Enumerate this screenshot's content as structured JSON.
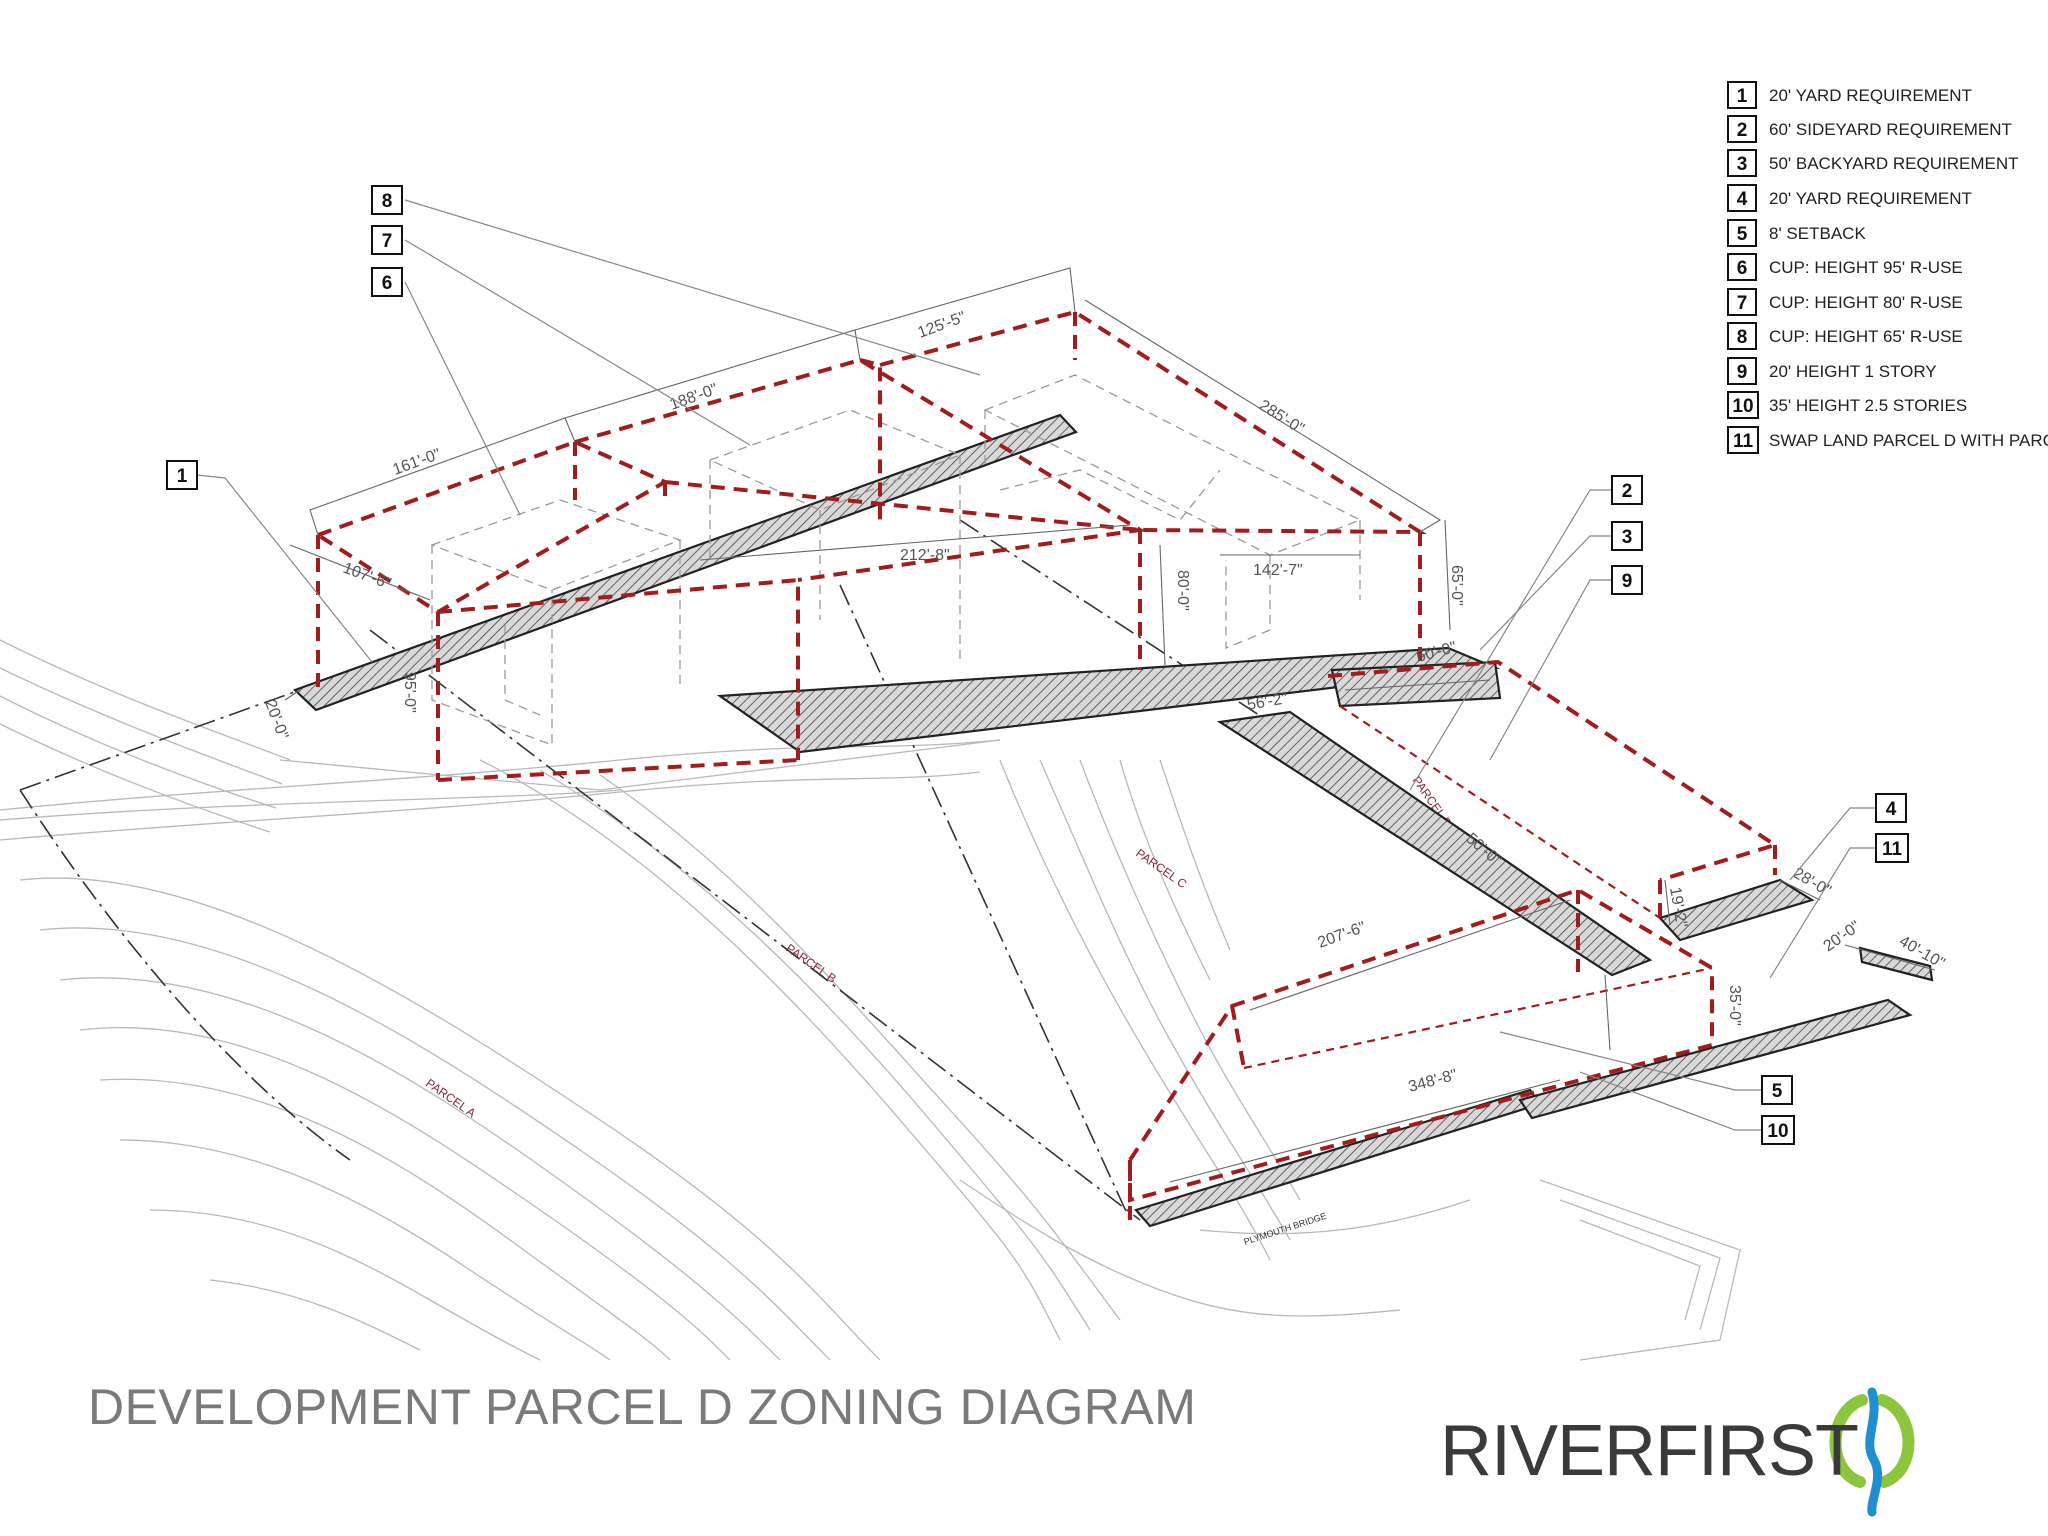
{
  "title": "DEVELOPMENT PARCEL D  ZONING DIAGRAM",
  "logo": {
    "text": "RIVERFIRST",
    "mark": "river-first-mark",
    "colors": {
      "green": "#8cc63f",
      "blue": "#1f8fcf"
    }
  },
  "colors": {
    "envelope": "#a11c1c",
    "hatch_line": "#222222",
    "parcel_label": "#8a2a3a"
  },
  "legend": [
    {
      "num": "1",
      "text": "20' YARD REQUIREMENT"
    },
    {
      "num": "2",
      "text": "60' SIDEYARD REQUIREMENT"
    },
    {
      "num": "3",
      "text": "50' BACKYARD REQUIREMENT"
    },
    {
      "num": "4",
      "text": "20' YARD REQUIREMENT"
    },
    {
      "num": "5",
      "text": "8' SETBACK"
    },
    {
      "num": "6",
      "text": "CUP: HEIGHT 95' R-USE"
    },
    {
      "num": "7",
      "text": "CUP: HEIGHT 80' R-USE"
    },
    {
      "num": "8",
      "text": "CUP: HEIGHT 65' R-USE"
    },
    {
      "num": "9",
      "text": "20' HEIGHT 1 STORY"
    },
    {
      "num": "10",
      "text": "35' HEIGHT 2.5 STORIES"
    },
    {
      "num": "11",
      "text": "SWAP LAND PARCEL D WITH PARC"
    }
  ],
  "callouts": [
    "8",
    "7",
    "6",
    "1",
    "2",
    "3",
    "9",
    "4",
    "11",
    "5",
    "10"
  ],
  "dimensions": [
    "161'-0\"",
    "188'-0\"",
    "125'-5\"",
    "285'-0\"",
    "107'-6\"",
    "212'-8\"",
    "142'-7\"",
    "80'-0\"",
    "65'-0\"",
    "95'-0\"",
    "20'-0\"",
    "60'-0\"",
    "56'-2\"",
    "50'-0\"",
    "19'-2\"",
    "28'-0\"",
    "20'-0\"",
    "40'-10\"",
    "207'-6\"",
    "348'-8\"",
    "35'-0\""
  ],
  "parcels": [
    "PARCEL A",
    "PARCEL B",
    "PARCEL C",
    "PARCEL D"
  ],
  "road_label": "PLYMOUTH BRIDGE"
}
